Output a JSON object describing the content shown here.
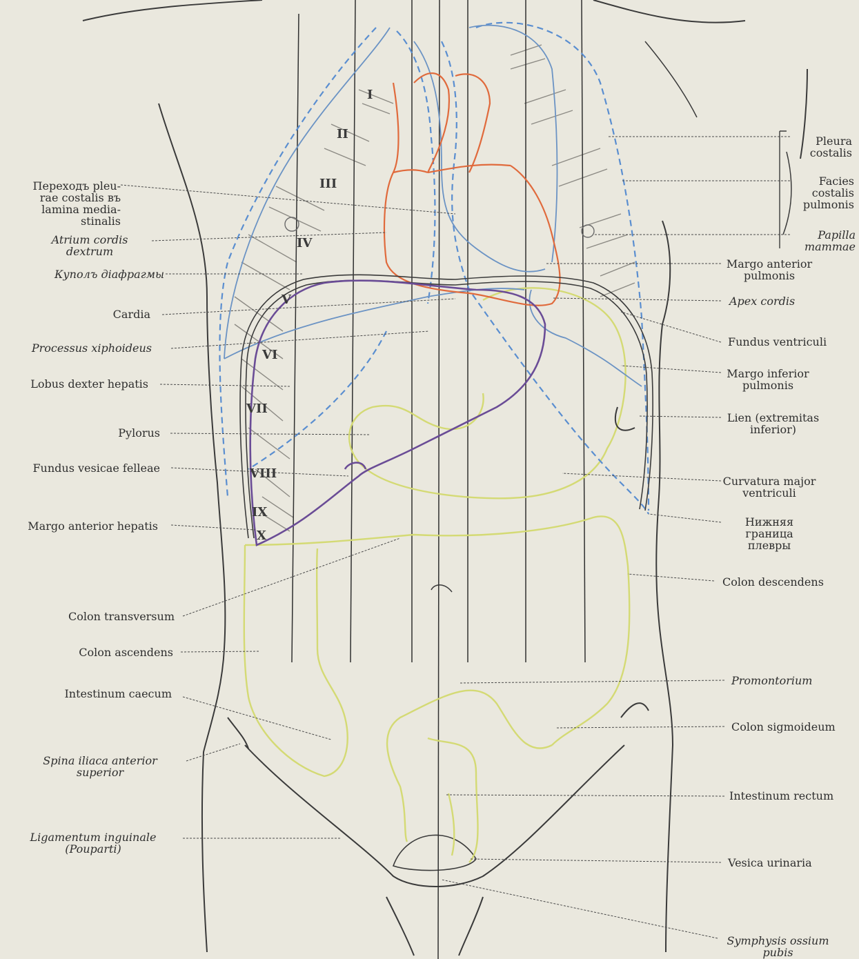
{
  "colors": {
    "background": "#eae8de",
    "body_outline": "#3a3a3a",
    "heart": "#e06a3c",
    "lung": "#6b93c4",
    "pleura": "#5b8fc9",
    "liver": "#6a4c96",
    "intestine": "#d6dc7a"
  },
  "rib_numbers": [
    "I",
    "II",
    "III",
    "IV",
    "V",
    "VI",
    "VII",
    "VIII",
    "IX",
    "X"
  ],
  "labels_left": [
    {
      "id": "pleura-transition",
      "text": "Переходъ pleu-\nrae costalis въ\nlamina media-\nstinalis",
      "italic": false
    },
    {
      "id": "atrium-cordis-dextrum",
      "text": "Atrium cordis\ndextrum",
      "italic": true
    },
    {
      "id": "diaphragm-dome",
      "text": "Куполъ діафрагмы",
      "italic": true
    },
    {
      "id": "cardia",
      "text": "Cardia",
      "italic": false
    },
    {
      "id": "processus-xiphoideus",
      "text": "Processus xiphoideus",
      "italic": true
    },
    {
      "id": "lobus-dexter-hepatis",
      "text": "Lobus dexter hepatis",
      "italic": false
    },
    {
      "id": "pylorus",
      "text": "Pylorus",
      "italic": false
    },
    {
      "id": "fundus-vesicae-felleae",
      "text": "Fundus vesicae felleae",
      "italic": false
    },
    {
      "id": "margo-anterior-hepatis",
      "text": "Margo anterior hepatis",
      "italic": false
    },
    {
      "id": "colon-transversum",
      "text": "Colon transversum",
      "italic": false
    },
    {
      "id": "colon-ascendens",
      "text": "Colon ascendens",
      "italic": false
    },
    {
      "id": "intestinum-caecum",
      "text": "Intestinum caecum",
      "italic": false
    },
    {
      "id": "spina-iliaca",
      "text": "Spina iliaca anterior\nsuperior",
      "italic": true
    },
    {
      "id": "ligamentum-inguinale",
      "text": "Ligamentum inguinale\n(Pouparti)",
      "italic": true
    }
  ],
  "labels_right": [
    {
      "id": "pleura-costalis",
      "text": "Pleura\ncostalis",
      "italic": false
    },
    {
      "id": "facies-costalis",
      "text": "Facies\ncostalis\npulmonis",
      "italic": false
    },
    {
      "id": "papilla-mammae",
      "text": "Papilla\nmammae",
      "italic": true
    },
    {
      "id": "margo-anterior-pulmonis",
      "text": "Margo anterior\npulmonis",
      "italic": false
    },
    {
      "id": "apex-cordis",
      "text": "Apex cordis",
      "italic": true
    },
    {
      "id": "fundus-ventriculi",
      "text": "Fundus ventriculi",
      "italic": false
    },
    {
      "id": "margo-inferior-pulmonis",
      "text": "Margo inferior\npulmonis",
      "italic": false
    },
    {
      "id": "lien",
      "text": "Lien (extremitas\ninferior)",
      "italic": false
    },
    {
      "id": "curvatura-major",
      "text": "Curvatura major\nventriculi",
      "italic": false
    },
    {
      "id": "lower-pleura-border",
      "text": "Нижняя граница\nплевры",
      "italic": false
    },
    {
      "id": "colon-descendens",
      "text": "Colon descendens",
      "italic": false
    },
    {
      "id": "promontorium",
      "text": "Promontorium",
      "italic": true
    },
    {
      "id": "colon-sigmoideum",
      "text": "Colon sigmoideum",
      "italic": false
    },
    {
      "id": "intestinum-rectum",
      "text": "Intestinum rectum",
      "italic": false
    },
    {
      "id": "vesica-urinaria",
      "text": "Vesica urinaria",
      "italic": false
    },
    {
      "id": "symphysis",
      "text": "Symphysis ossium\npubis",
      "italic": true
    }
  ]
}
